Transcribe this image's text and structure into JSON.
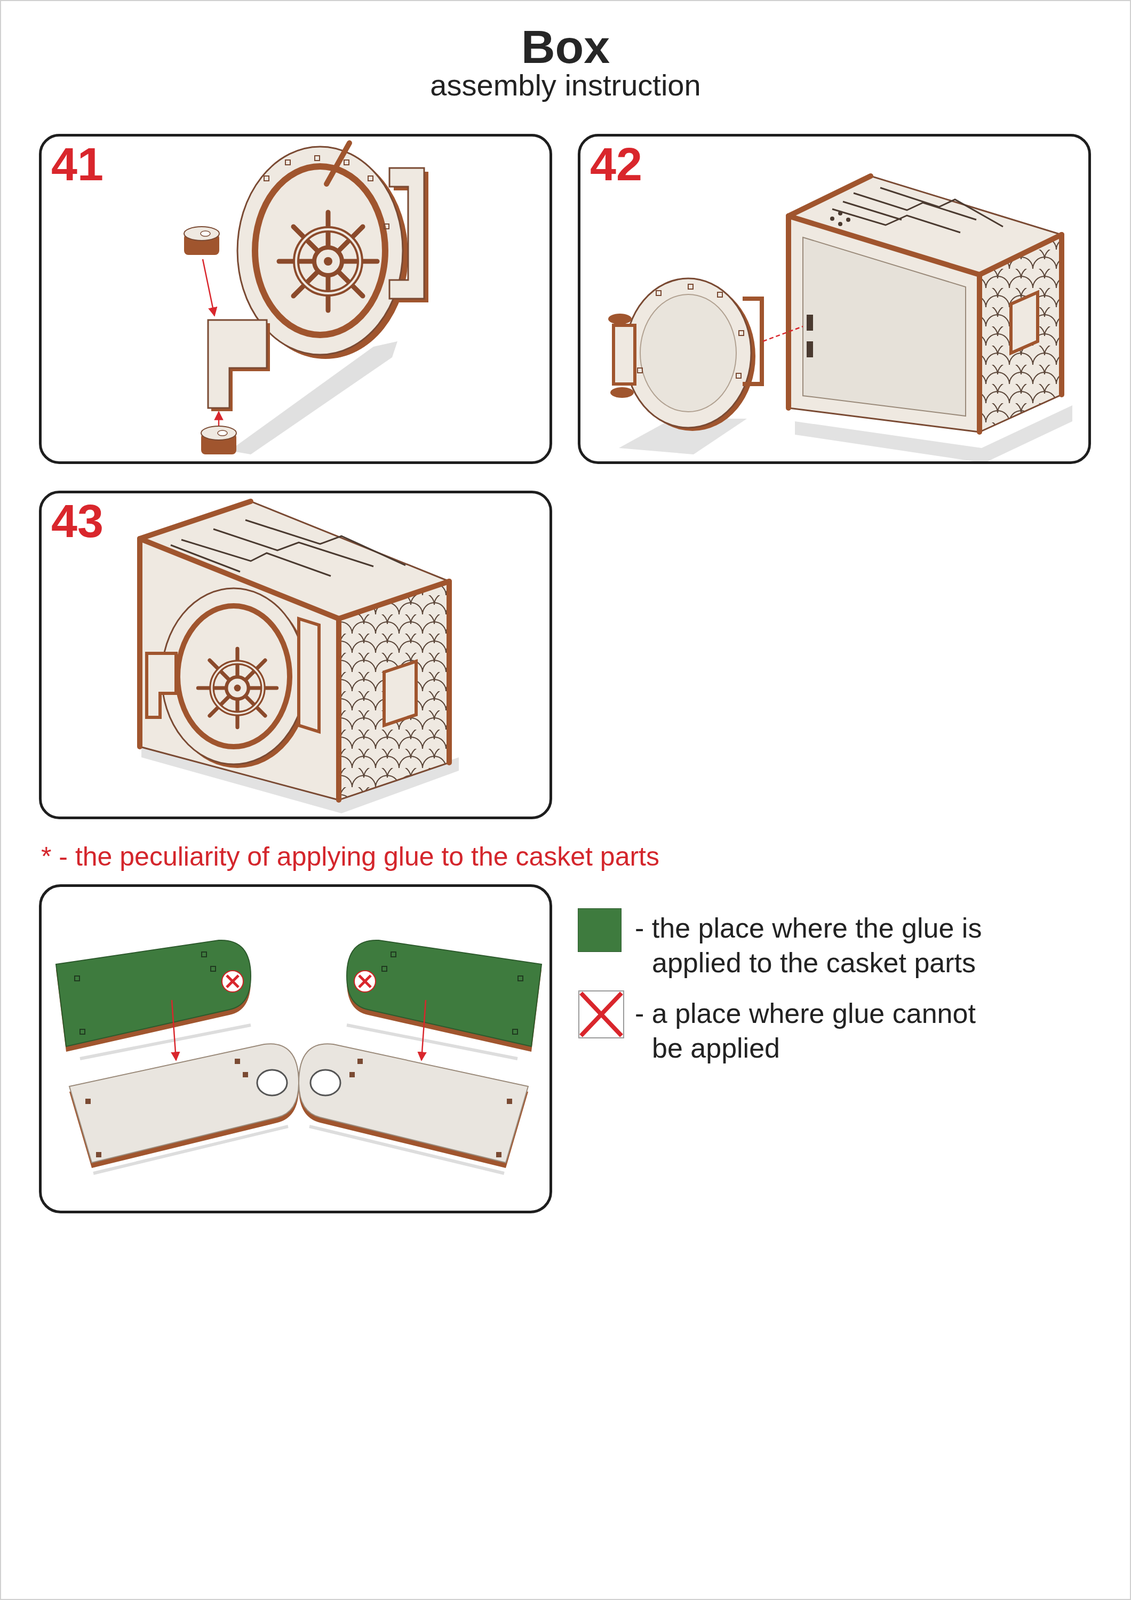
{
  "diagram": {
    "title": "Box",
    "nodes": [
      {
        "text": [
          "41"
        ]
      },
      {
        "text": [
          "42"
        ]
      },
      {
        "text": [
          "43"
        ]
      }
    ],
    "labels": [
      "assembly instruction",
      "* - the peculiarity of applying glue to the casket parts"
    ],
    "legend": [
      {
        "text": "- the place where the glue is applied to the casket parts",
        "color": "#3e7b3e"
      },
      {
        "text": "- a place where glue cannot be applied"
      }
    ]
  }
}
